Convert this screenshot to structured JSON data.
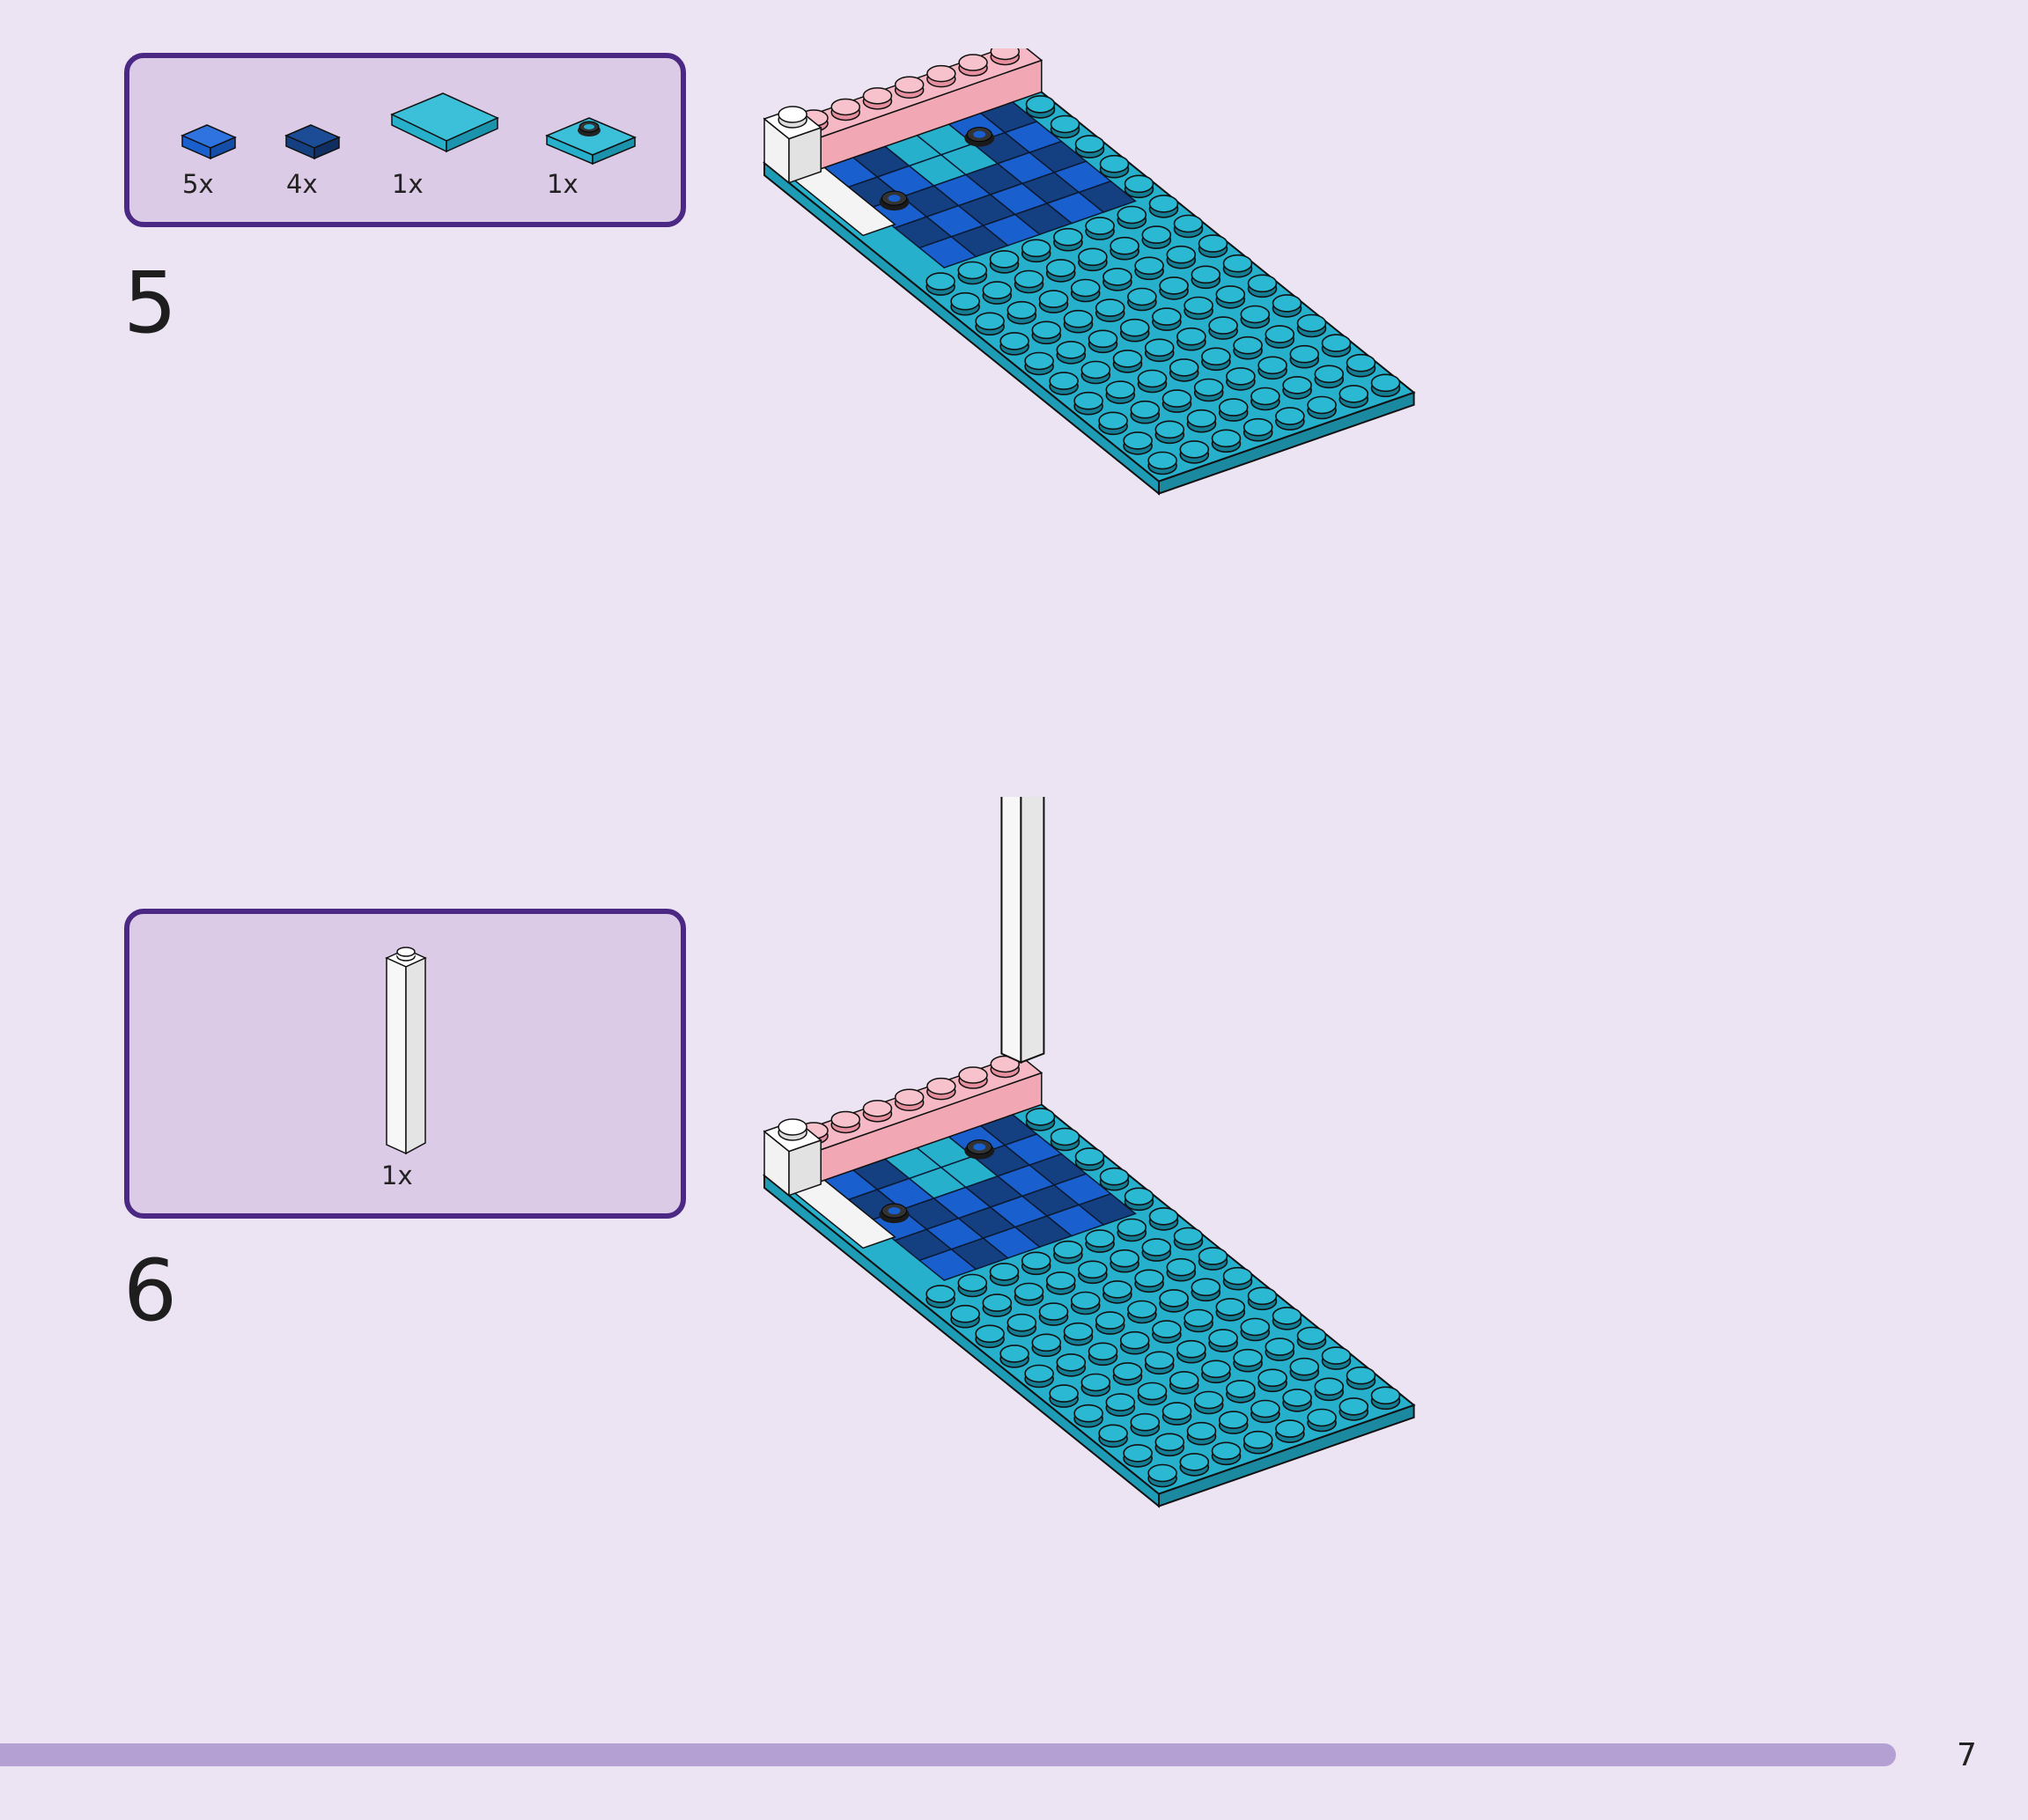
{
  "steps": [
    {
      "number": "5",
      "parts": [
        {
          "icon": "blue-tile-1x1",
          "qty": "5x",
          "color": "#1a5fce"
        },
        {
          "icon": "dark-blue-tile-1x1",
          "qty": "4x",
          "color": "#143f80"
        },
        {
          "icon": "medium-azure-tile-2x2",
          "qty": "1x",
          "color": "#26b0cc"
        },
        {
          "icon": "medium-azure-jumper-plate-1x2",
          "qty": "1x",
          "color": "#26b0cc"
        }
      ]
    },
    {
      "number": "6",
      "parts": [
        {
          "icon": "white-brick-1x1x5",
          "qty": "1x",
          "color": "#f5f5f5"
        }
      ]
    }
  ],
  "page_number": "7",
  "colors": {
    "background": "#ece4f2",
    "parts_box_fill": "#dccbe6",
    "parts_box_border": "#4a2884",
    "baseplate": "#26b0cc",
    "pink": "#f5b8c4",
    "progress_bar": "#b4a0d2"
  }
}
